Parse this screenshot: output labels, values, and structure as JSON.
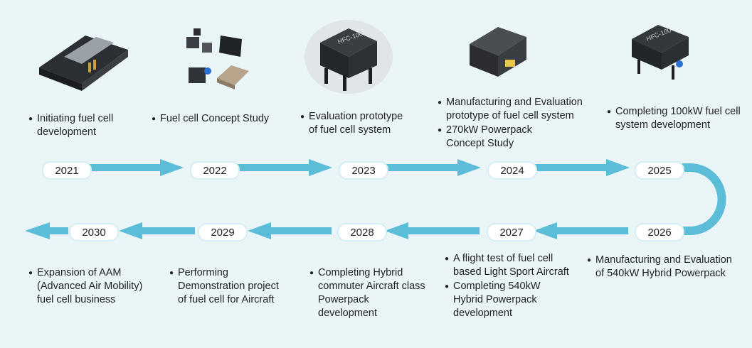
{
  "years": [
    "2021",
    "2022",
    "2023",
    "2024",
    "2025",
    "2026",
    "2027",
    "2028",
    "2029",
    "2030"
  ],
  "milestones": {
    "y2021": [
      "Initiating  fuel cell\ndevelopment"
    ],
    "y2022": [
      "Fuel cell  Concept Study"
    ],
    "y2023": [
      "Evaluation prototype\nof fuel cell system"
    ],
    "y2024": [
      "Manufacturing and Evaluation\nprototype of fuel cell system",
      "270kW Powerpack\nConcept Study"
    ],
    "y2025": [
      "Completing 100kW fuel cell\nsystem development"
    ],
    "y2026": [
      "Manufacturing and Evaluation\nof 540kW Hybrid Powerpack"
    ],
    "y2027": [
      "A flight test of  fuel cell\nbased Light Sport Aircraft",
      "Completing 540kW\nHybrid Powerpack\ndevelopment"
    ],
    "y2028": [
      "Completing Hybrid\ncommuter Aircraft class\nPowerpack\ndevelopment"
    ],
    "y2029": [
      "Performing\nDemonstration project\nof fuel cell for Aircraft"
    ],
    "y2030": [
      "Expansion of AAM\n(Advanced Air Mobility)\nfuel cell business"
    ]
  },
  "product_labels": {
    "prototype_2023": "HFC-100",
    "system_2025": "HFC-100"
  },
  "colors": {
    "background": "#eaf5f8",
    "arrow": "#5bbdd8",
    "pill_border": "#d4eef5",
    "text": "#222222"
  }
}
